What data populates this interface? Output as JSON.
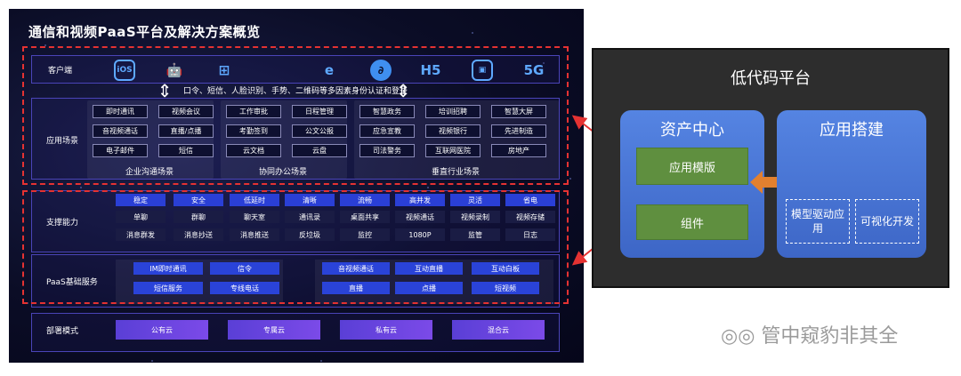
{
  "left": {
    "title": "通信和视频PaaS平台及解决方案概览",
    "client_label": "客户端",
    "client_icons": [
      {
        "name": "ios-icon",
        "text": "iOS"
      },
      {
        "name": "android-icon",
        "text": "🤖"
      },
      {
        "name": "windows-icon",
        "text": "⊞"
      },
      {
        "name": "apple-icon",
        "text": ""
      },
      {
        "name": "browser-icon",
        "text": "e"
      },
      {
        "name": "mini-program-icon",
        "text": "∂"
      },
      {
        "name": "html5-icon",
        "text": "H5"
      },
      {
        "name": "device-icon",
        "text": "▣"
      },
      {
        "name": "5g-icon",
        "text": "5G"
      }
    ],
    "auth_text": "口令、短信、人脸识别、手势、二维码等多因素身份认证和登录",
    "scene_label": "应用场景",
    "groups": [
      {
        "caption": "企业沟通场景",
        "items": [
          "即时通讯",
          "视频会议",
          "音视频通话",
          "直播/点播",
          "电子邮件",
          "短信"
        ]
      },
      {
        "caption": "协同办公场景",
        "items": [
          "工作审批",
          "日程管理",
          "考勤签到",
          "公文公报",
          "云文档",
          "云盘"
        ]
      },
      {
        "caption": "垂直行业场景",
        "items": [
          "智慧政务",
          "培训招聘",
          "智慧大屏",
          "应急宣教",
          "视频银行",
          "先进制造",
          "司法警务",
          "互联网医院",
          "房地产"
        ]
      }
    ],
    "support_label": "支撑能力",
    "support_headers": [
      "稳定",
      "安全",
      "低延时",
      "清晰",
      "流畅",
      "高并发",
      "灵活",
      "省电"
    ],
    "support_rows": [
      [
        "单聊",
        "群聊",
        "聊天室",
        "通讯录",
        "桌面共享",
        "视频通话",
        "视频录制",
        "视频存储"
      ],
      [
        "消息群发",
        "消息抄送",
        "消息推送",
        "反垃圾",
        "监控",
        "1080P",
        "监管",
        "日志"
      ]
    ],
    "paas_label": "PaaS基础服务",
    "paas_left": [
      "IM即时通讯",
      "信令",
      "短信服务",
      "专线电话"
    ],
    "paas_right": [
      "音视频通话",
      "互动直播",
      "互动白板",
      "直播",
      "点播",
      "短视频"
    ],
    "deploy_label": "部署模式",
    "deploy_items": [
      "公有云",
      "专属云",
      "私有云",
      "混合云"
    ]
  },
  "right": {
    "title": "低代码平台",
    "asset": {
      "title": "资产中心",
      "items": [
        "应用模版",
        "组件"
      ]
    },
    "build": {
      "title": "应用搭建",
      "items": [
        "模型驱动应用",
        "可视化开发"
      ]
    }
  },
  "watermark": "管中窥豹非其全",
  "colors": {
    "dash_red": "#e53232",
    "panel_blue": "#5584e2",
    "green": "#5f8f3f",
    "hdr_blue": "#2a3fd6",
    "orange": "#e2802f"
  }
}
